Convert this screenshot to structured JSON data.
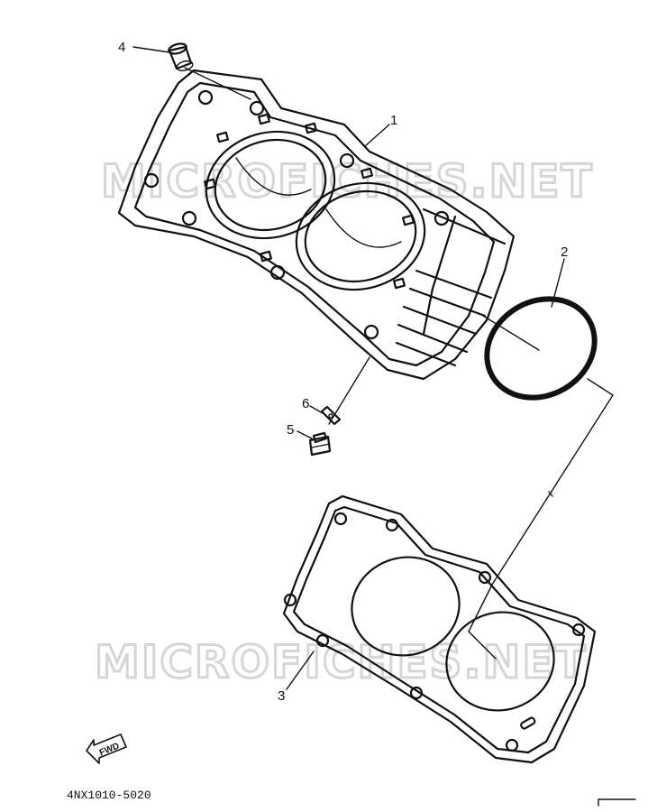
{
  "watermark": "MICROFICHES.NET",
  "fwd_label": "FWD",
  "diagram_code": "4NX1010-5020",
  "callouts": {
    "cylinder": "1",
    "ring_o": "2",
    "gasket_cylinder": "3",
    "dowel_pin": "4",
    "bolt": "5",
    "gasket_small": "6"
  },
  "colors": {
    "line": "#111111",
    "watermark": "#d6d6d6",
    "background": "#ffffff"
  }
}
